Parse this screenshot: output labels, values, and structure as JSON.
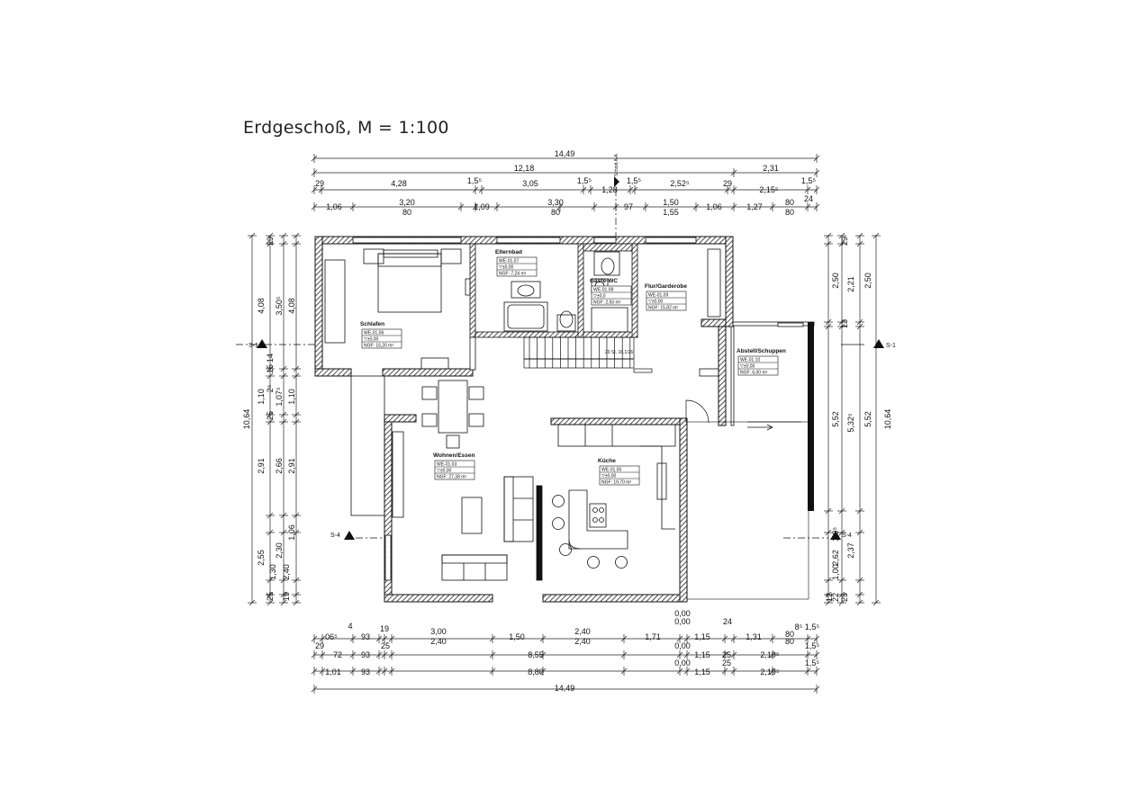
{
  "title": "Erdgeschoß, M = 1:100",
  "dims_top": {
    "overall": "14,49",
    "row1": [
      "12,18",
      "2,31"
    ],
    "row2": [
      "29",
      "4,28",
      "1,5⁵",
      "3,05",
      "1,5⁵",
      "1,28",
      "1,5⁵",
      "2,52⁵",
      "29",
      "2,15⁵",
      "1,5⁵"
    ],
    "row3_upper": [
      "1,06",
      "3,20",
      "1,09",
      "3,30",
      "97",
      "1,50",
      "1,06",
      "1,27",
      "80",
      "24"
    ],
    "row3_lower": [
      "80",
      "80",
      "1,55",
      "80"
    ]
  },
  "dims_bottom": {
    "row1_upper": [
      "06⁵",
      "4",
      "93",
      "19",
      "3,00",
      "1,50",
      "2,40",
      "1,71",
      "0,00",
      "1,15",
      "24",
      "1,31",
      "8⁵",
      "80",
      "1,5⁵"
    ],
    "row1_lower": [
      "2,40",
      "2,40",
      "0,00",
      "80"
    ],
    "row2": [
      "29",
      "72",
      "93",
      "25",
      "8,55",
      "0,00",
      "1,15",
      "25",
      "2,19⁵",
      "1,5⁵"
    ],
    "row3": [
      "1,01",
      "93",
      "8,80",
      "0,00",
      "1,15",
      "25",
      "2,19⁵",
      "1,5⁵"
    ],
    "overall": "14,49"
  },
  "dims_left": {
    "outer": "10,64",
    "col1": [
      "4,08",
      "1,10",
      "2,91",
      "2,55"
    ],
    "col2": [
      "3,50⁵",
      "1,07⁵",
      "2,66",
      "2,30",
      "1,30"
    ],
    "col3": [
      "4,08",
      "1,10",
      "2,91",
      "1,06",
      "2,40"
    ],
    "small": [
      "29",
      "15",
      "14",
      "2⁵",
      "25",
      "25",
      "19"
    ]
  },
  "dims_right": {
    "outer": "10,64",
    "col1": [
      "2,50",
      "5,52",
      "2,62"
    ],
    "col2": [
      "2,21",
      "5,32⁵",
      "2,37",
      "1,00"
    ],
    "col3": [
      "2,50",
      "5,52",
      "1,0⁵"
    ],
    "small": [
      "29",
      "13",
      "12",
      "25",
      "22"
    ]
  },
  "sections": {
    "s1_left": "S-1",
    "s1_right": "S-1",
    "s4_left": "S-4",
    "s4_right": "S-4",
    "cut_aa": "Schnitt A-A"
  },
  "stairs_note": "20 St. 18,1/26",
  "rooms": [
    {
      "name": "Schlafen",
      "code": "WE-01.06",
      "level": "±0,00",
      "area": "NGF: 15,20 m²"
    },
    {
      "name": "Elternbad",
      "code": "WE-01.07",
      "level": "±0,00",
      "area": "NGF: 7,24 m²"
    },
    {
      "name": "Gäste-WC",
      "code": "WE-01.08",
      "level": "±0,0",
      "area": "NGF: 2,93 m²"
    },
    {
      "name": "Flur/Garderobe",
      "code": "WE-01.09",
      "level": "±0,00",
      "area": "NGF: 15,82 m²"
    },
    {
      "name": "Abstell/Schuppen",
      "code": "WE-01.10",
      "level": "±0,00",
      "area": "NGF: 6,00 m²"
    },
    {
      "name": "Wohnen/Essen",
      "code": "WE-01.03",
      "level": "±0,00",
      "area": "NGF: 27,38 m²"
    },
    {
      "name": "Küche",
      "code": "WE-01.05",
      "level": "±0,00",
      "area": "NGF: 19,70 m²"
    }
  ]
}
